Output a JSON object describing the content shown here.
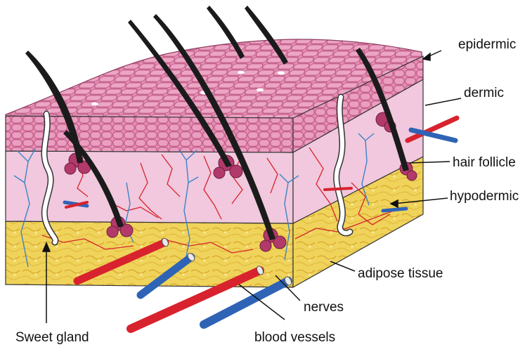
{
  "labels": {
    "epidermic": "epidermic",
    "dermic": "dermic",
    "hair_follicle": "hair follicle",
    "hypodermic": "hypodermic",
    "adipose_tissue": "adipose tissue",
    "nerves": "nerves",
    "blood_vessels": "blood vessels",
    "sweet_gland": "Sweet gland"
  },
  "colors": {
    "epidermis": "#e48fb4",
    "epidermis_cells": "#b94f7c",
    "dermis": "#f1c8dd",
    "hypodermis": "#efd35a",
    "artery": "#d8232e",
    "vein": "#2f63b6",
    "nerve": "#3b84c8",
    "hair": "#1b1b1b"
  }
}
